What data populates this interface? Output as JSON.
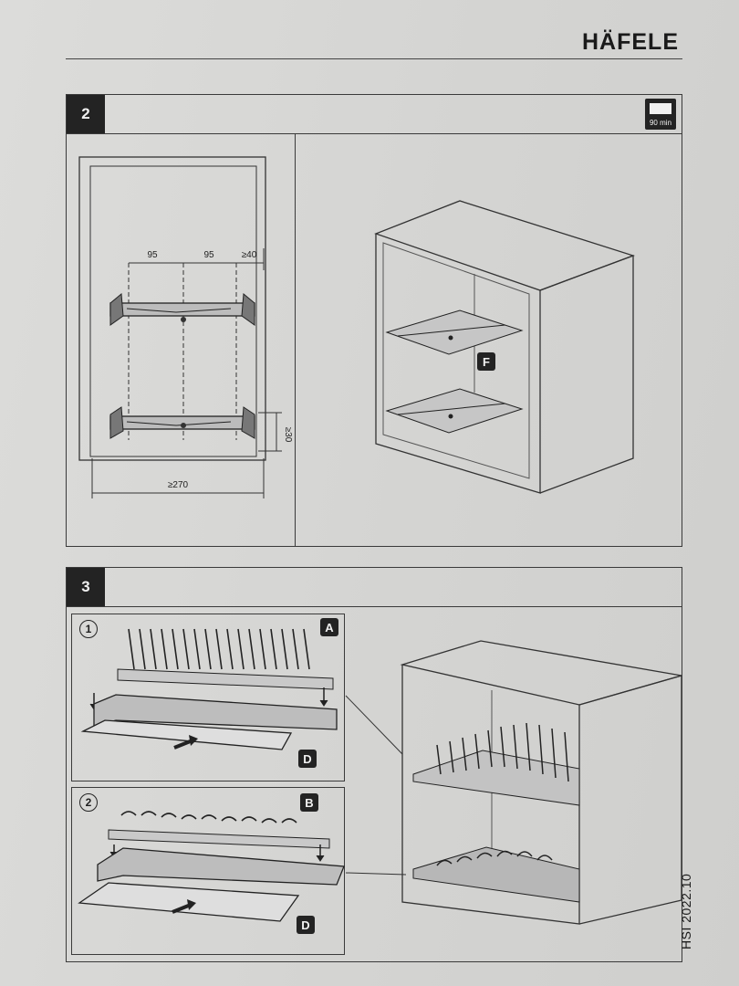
{
  "header": {
    "brand": "HÄFELE"
  },
  "step2": {
    "number": "2",
    "min_icon_value": "90",
    "min_icon_unit": "min",
    "dimensions": {
      "spacing_left": "95",
      "spacing_mid": "95",
      "spacing_right": "≥40",
      "height_gap": "≥30",
      "width_min": "≥270"
    },
    "part_label": "F"
  },
  "step3": {
    "number": "3",
    "sub1": {
      "index": "1",
      "part_rack": "A",
      "part_tray": "D"
    },
    "sub2": {
      "index": "2",
      "part_rack": "B",
      "part_tray": "D"
    }
  },
  "footer": {
    "code": "HSI 2022.10"
  }
}
